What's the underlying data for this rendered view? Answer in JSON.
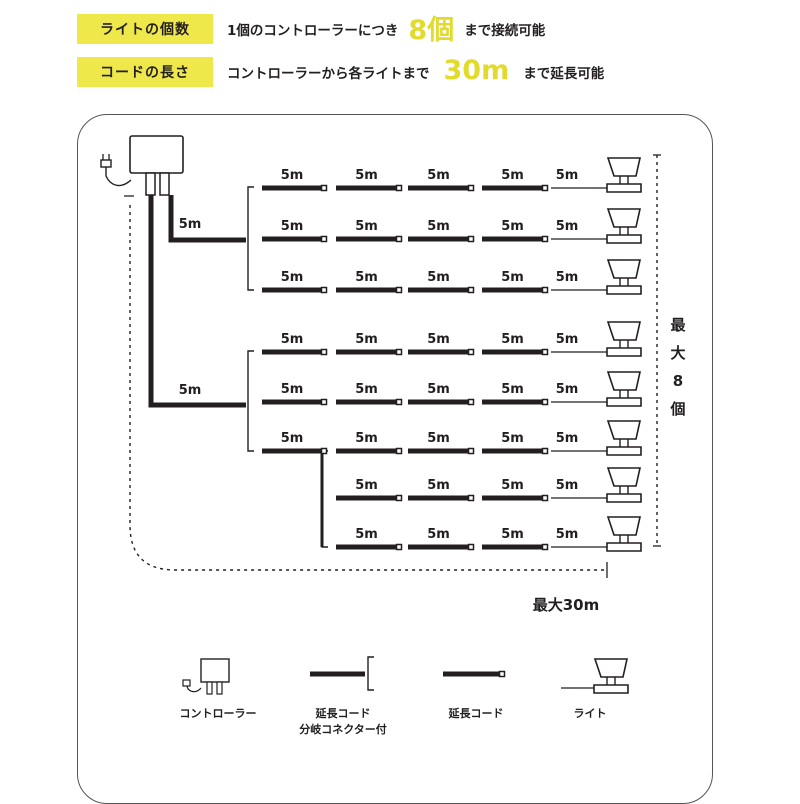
{
  "header": {
    "rows": [
      {
        "tag": "ライトの個数",
        "before": "1個のコントローラーにつき",
        "highlight": "8個",
        "after": "まで接続可能"
      },
      {
        "tag": "コードの長さ",
        "before": "コントローラーから各ライトまで",
        "highlight": "30m",
        "after": "まで延長可能"
      }
    ]
  },
  "diagram": {
    "segment_label": "5m",
    "max_lights_label": "最大8個",
    "max_length_label": "最大30m",
    "branch_groups": [
      3,
      5
    ],
    "lights_total": 8,
    "colors": {
      "accent": "#efe84a",
      "accent_text": "#e3db2c",
      "line": "#231f20"
    }
  },
  "legend": {
    "items": [
      {
        "label_lines": [
          "コントローラー"
        ],
        "icon": "controller-icon"
      },
      {
        "label_lines": [
          "延長コード",
          "分岐コネクター付"
        ],
        "icon": "branch-cord-icon"
      },
      {
        "label_lines": [
          "延長コード"
        ],
        "icon": "extension-cord-icon"
      },
      {
        "label_lines": [
          "ライト"
        ],
        "icon": "light-icon"
      }
    ]
  }
}
